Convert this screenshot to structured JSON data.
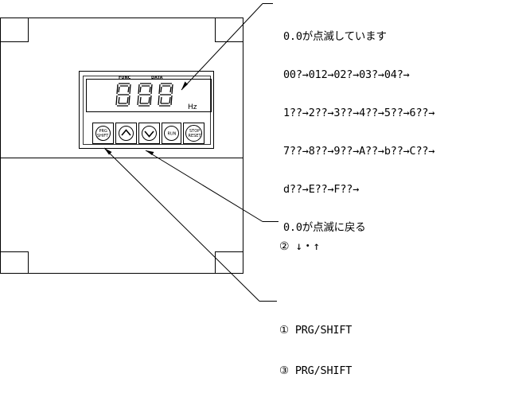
{
  "panel": {
    "label_func": "FUNC",
    "label_data": "DATA",
    "unit": "Hz",
    "display_value": "888",
    "keys": {
      "prg_shift": [
        "PRG",
        "SHIFT"
      ],
      "up": "up-arrow",
      "down": "down-arrow",
      "run": "RUN",
      "stop_reset": [
        "STOP",
        "RESET"
      ]
    }
  },
  "annotations": {
    "top": [
      "0.0が点滅しています",
      "00?→012→02?→03?→04?→",
      "1??→2??→3??→4??→5??→6??→",
      "7??→8??→9??→A??→b??→C??→",
      "d??→E??→F??→",
      "0.0が点滅に戻る"
    ],
    "middle": "② ↓・↑",
    "bottom": [
      "① PRG/SHIFT",
      "③ PRG/SHIFT"
    ]
  }
}
